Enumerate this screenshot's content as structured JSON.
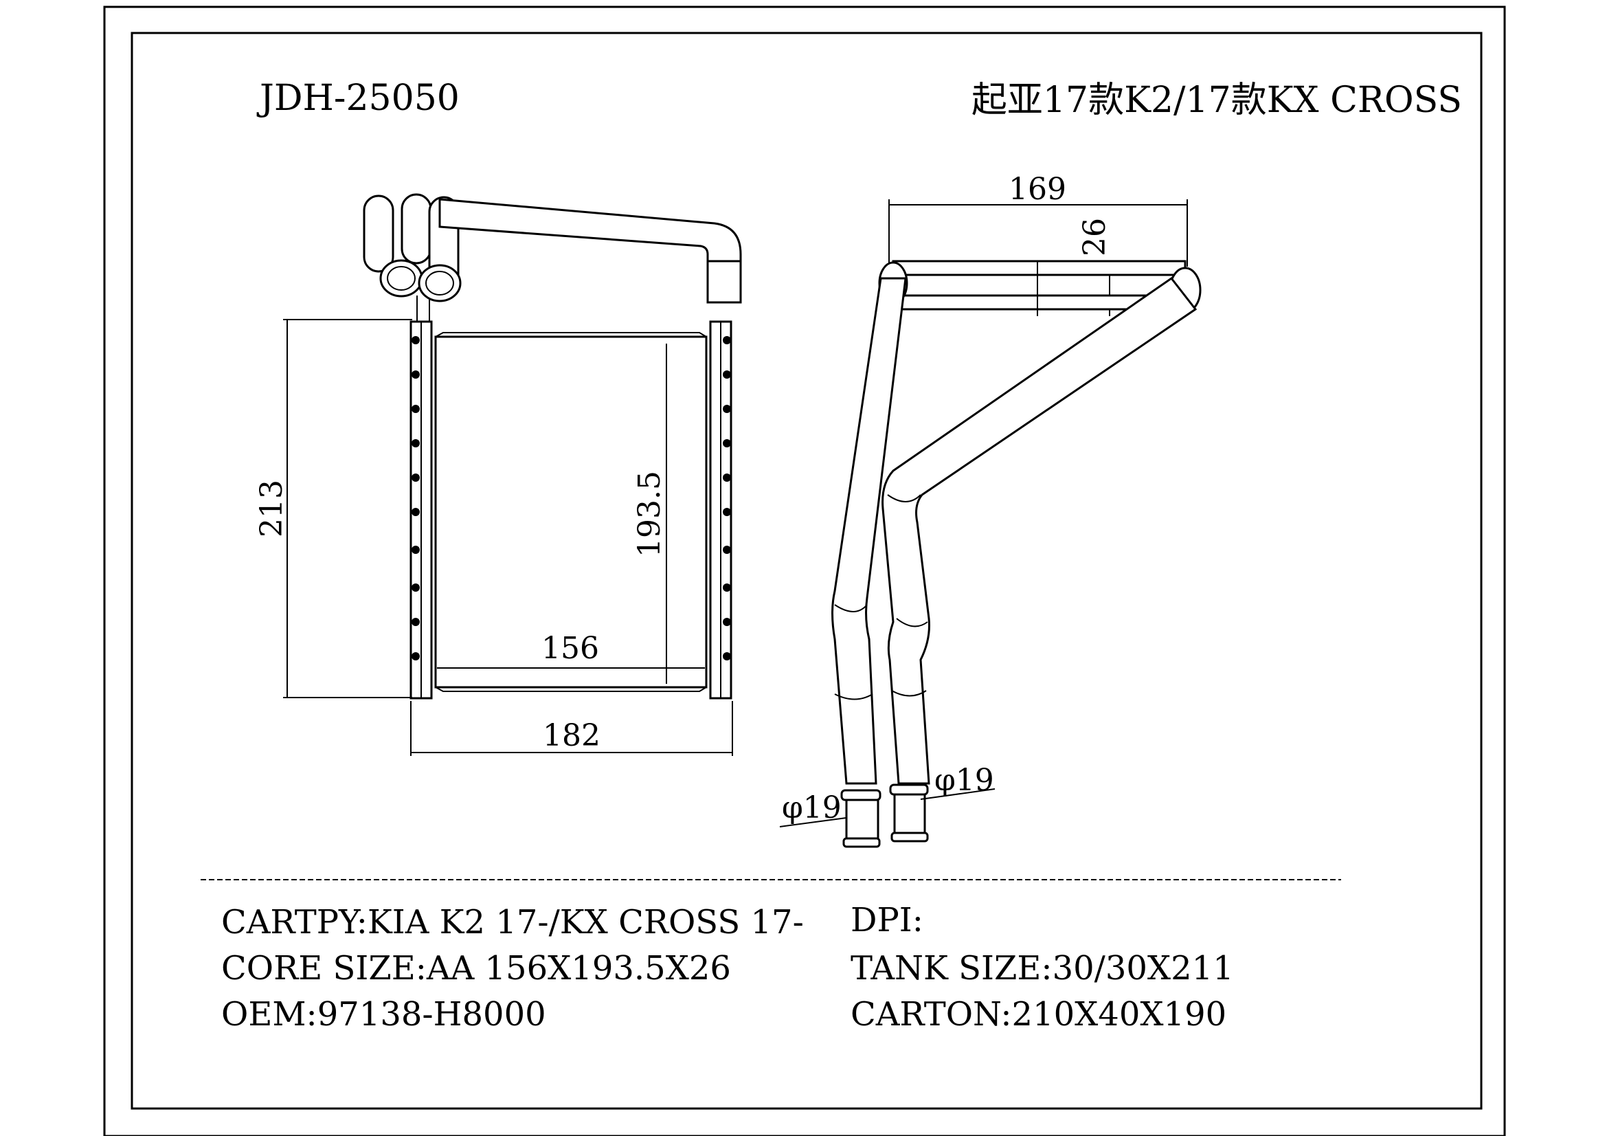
{
  "header": {
    "part_number": "JDH-25050",
    "model_title": "起亚17款K2/17款KX CROSS"
  },
  "dimensions": {
    "overall_height": "213",
    "core_height": "193.5",
    "core_width": "156",
    "overall_width": "182",
    "depth_width": "169",
    "core_thickness": "26",
    "pipe_left": "φ19",
    "pipe_right": "φ19"
  },
  "specs": {
    "left": [
      "CARTPY:KIA K2 17-/KX CROSS 17-",
      "CORE SIZE:AA 156X193.5X26",
      "OEM:97138-H8000"
    ],
    "right": [
      "DPI:",
      "TANK SIZE:30/30X211",
      "CARTON:210X40X190"
    ]
  }
}
